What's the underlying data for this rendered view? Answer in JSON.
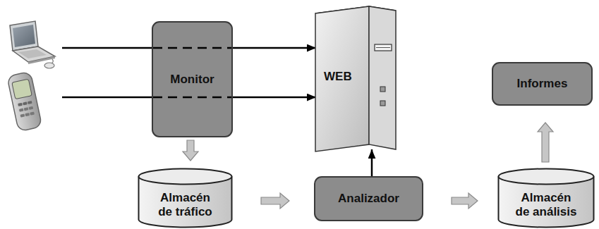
{
  "diagram": {
    "nodes": [
      {
        "text": [
          "Monitor"
        ]
      },
      {
        "text": [
          "WEB"
        ]
      },
      {
        "text": [
          "Informes"
        ]
      },
      {
        "text": [
          "Almacén de tráfico"
        ]
      },
      {
        "text": [
          "Analizador"
        ]
      },
      {
        "text": [
          "Almacén de análisis"
        ]
      }
    ],
    "edges": [
      {
        "from": 0,
        "to": 1,
        "arrow": "to"
      },
      {
        "from": 0,
        "to": 1,
        "arrow": "to"
      },
      {
        "from": 0,
        "to": 3,
        "arrow": "to"
      },
      {
        "from": 3,
        "to": 4,
        "arrow": "to"
      },
      {
        "from": 4,
        "to": 1,
        "arrow": "to"
      },
      {
        "from": 4,
        "to": 5,
        "arrow": "to"
      },
      {
        "from": 5,
        "to": 2,
        "arrow": "to"
      }
    ]
  }
}
